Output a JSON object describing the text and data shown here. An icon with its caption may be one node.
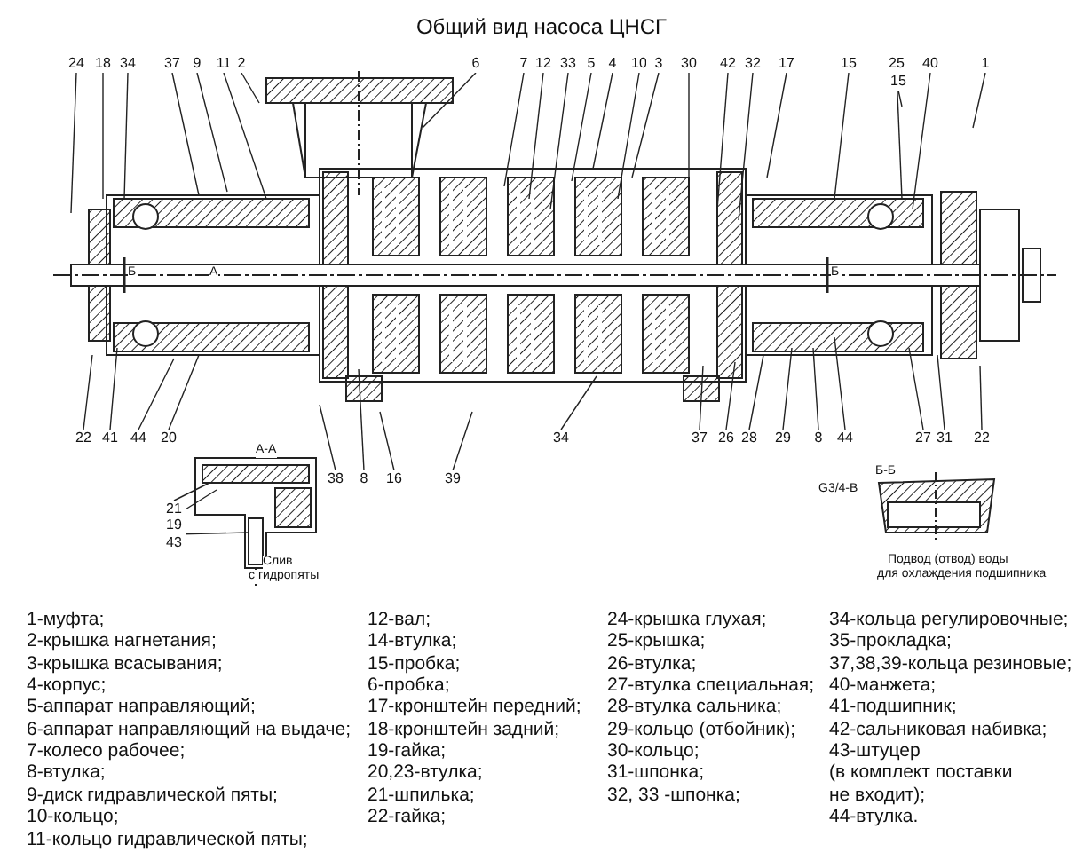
{
  "diagram": {
    "title": "Общий вид насоса ЦНСГ",
    "nodes": [
      {
        "text": [
          "24"
        ]
      },
      {
        "text": [
          "18"
        ]
      },
      {
        "text": [
          "34"
        ]
      },
      {
        "text": [
          "37"
        ]
      },
      {
        "text": [
          "9"
        ]
      },
      {
        "text": [
          "11"
        ]
      },
      {
        "text": [
          "2"
        ]
      },
      {
        "text": [
          "6"
        ]
      },
      {
        "text": [
          "7"
        ]
      },
      {
        "text": [
          "12"
        ]
      },
      {
        "text": [
          "33"
        ]
      },
      {
        "text": [
          "5"
        ]
      },
      {
        "text": [
          "4"
        ]
      },
      {
        "text": [
          "10"
        ]
      },
      {
        "text": [
          "3"
        ]
      },
      {
        "text": [
          "30"
        ]
      },
      {
        "text": [
          "42"
        ]
      },
      {
        "text": [
          "32"
        ]
      },
      {
        "text": [
          "17"
        ]
      },
      {
        "text": [
          "15"
        ]
      },
      {
        "text": [
          "25"
        ]
      },
      {
        "text": [
          "15"
        ]
      },
      {
        "text": [
          "40"
        ]
      },
      {
        "text": [
          "1"
        ]
      },
      {
        "text": [
          "22"
        ]
      },
      {
        "text": [
          "41"
        ]
      },
      {
        "text": [
          "44"
        ]
      },
      {
        "text": [
          "20"
        ]
      },
      {
        "text": [
          "34"
        ]
      },
      {
        "text": [
          "37"
        ]
      },
      {
        "text": [
          "26"
        ]
      },
      {
        "text": [
          "28"
        ]
      },
      {
        "text": [
          "29"
        ]
      },
      {
        "text": [
          "8"
        ]
      },
      {
        "text": [
          "44"
        ]
      },
      {
        "text": [
          "27"
        ]
      },
      {
        "text": [
          "31"
        ]
      },
      {
        "text": [
          "22"
        ]
      },
      {
        "text": [
          "38"
        ]
      },
      {
        "text": [
          "8"
        ]
      },
      {
        "text": [
          "16"
        ]
      },
      {
        "text": [
          "39"
        ]
      },
      {
        "text": [
          "21"
        ]
      },
      {
        "text": [
          "19"
        ]
      },
      {
        "text": [
          "43"
        ]
      }
    ],
    "edges": [
      {
        "from": 0,
        "to": null,
        "arrow": "none"
      },
      {
        "from": 1,
        "to": null,
        "arrow": "none"
      },
      {
        "from": 2,
        "to": null,
        "arrow": "none"
      },
      {
        "from": 3,
        "to": null,
        "arrow": "none"
      },
      {
        "from": 4,
        "to": null,
        "arrow": "none"
      },
      {
        "from": 5,
        "to": null,
        "arrow": "none"
      },
      {
        "from": 6,
        "to": null,
        "arrow": "none"
      },
      {
        "from": 7,
        "to": null,
        "arrow": "none"
      },
      {
        "from": 8,
        "to": null,
        "arrow": "none"
      },
      {
        "from": 9,
        "to": null,
        "arrow": "none"
      },
      {
        "from": 10,
        "to": null,
        "arrow": "none"
      },
      {
        "from": 11,
        "to": null,
        "arrow": "none"
      },
      {
        "from": 12,
        "to": null,
        "arrow": "none"
      },
      {
        "from": 13,
        "to": null,
        "arrow": "none"
      },
      {
        "from": 14,
        "to": null,
        "arrow": "none"
      },
      {
        "from": 15,
        "to": null,
        "arrow": "none"
      },
      {
        "from": 16,
        "to": null,
        "arrow": "none"
      },
      {
        "from": 17,
        "to": null,
        "arrow": "none"
      },
      {
        "from": 18,
        "to": null,
        "arrow": "none"
      },
      {
        "from": 19,
        "to": null,
        "arrow": "none"
      },
      {
        "from": 20,
        "to": null,
        "arrow": "none"
      },
      {
        "from": 21,
        "to": null,
        "arrow": "none"
      },
      {
        "from": 22,
        "to": null,
        "arrow": "none"
      },
      {
        "from": 23,
        "to": null,
        "arrow": "none"
      },
      {
        "from": 24,
        "to": null,
        "arrow": "none"
      },
      {
        "from": 25,
        "to": null,
        "arrow": "none"
      },
      {
        "from": 26,
        "to": null,
        "arrow": "none"
      },
      {
        "from": 27,
        "to": null,
        "arrow": "none"
      },
      {
        "from": 28,
        "to": null,
        "arrow": "none"
      },
      {
        "from": 29,
        "to": null,
        "arrow": "none"
      },
      {
        "from": 30,
        "to": null,
        "arrow": "none"
      },
      {
        "from": 31,
        "to": null,
        "arrow": "none"
      },
      {
        "from": 32,
        "to": null,
        "arrow": "none"
      },
      {
        "from": 33,
        "to": null,
        "arrow": "none"
      },
      {
        "from": 34,
        "to": null,
        "arrow": "none"
      },
      {
        "from": 35,
        "to": null,
        "arrow": "none"
      },
      {
        "from": 36,
        "to": null,
        "arrow": "none"
      },
      {
        "from": 37,
        "to": null,
        "arrow": "none"
      },
      {
        "from": 38,
        "to": null,
        "arrow": "none"
      },
      {
        "from": 39,
        "to": null,
        "arrow": "none"
      },
      {
        "from": 40,
        "to": null,
        "arrow": "none"
      },
      {
        "from": 41,
        "to": null,
        "arrow": "none"
      },
      {
        "from": 42,
        "to": null,
        "arrow": "none"
      },
      {
        "from": 43,
        "to": null,
        "arrow": "none"
      },
      {
        "from": 44,
        "to": null,
        "arrow": "none"
      }
    ],
    "labels": [
      "Б",
      "А",
      "Б",
      "А-А",
      "Б-Б",
      "G3/4-B",
      "Подвод (отвод) воды",
      "для охлаждения подшипника",
      "Слив",
      "с гидропяты",
      "1-муфта;",
      "2-крышка нагнетания;",
      "3-крышка всасывания;",
      "4-корпус;",
      "5-аппарат направляющий;",
      "6-аппарат направляющий на выдаче;",
      "7-колесо рабочее;",
      "8-втулка;",
      "9-диск гидравлической пяты;",
      "10-кольцо;",
      "11-кольцо гидравлической пяты;",
      "12-вал;",
      "14-втулка;",
      "15-пробка;",
      "6-пробка;",
      "17-кронштейн передний;",
      "18-кронштейн задний;",
      "19-гайка;",
      "20,23-втулка;",
      "21-шпилька;",
      "22-гайка;",
      "24-крышка глухая;",
      "25-крышка;",
      "26-втулка;",
      "27-втулка специальная;",
      "28-втулка сальника;",
      "29-кольцо (отбойник);",
      "30-кольцо;",
      "31-шпонка;",
      "32, 33 -шпонка;",
      "34-кольца регулировочные;",
      "35-прокладка;",
      "37,38,39-кольца резиновые;",
      "40-манжета;",
      "41-подшипник;",
      "42-сальниковая набивка;",
      "43-штуцер",
      "(в комплект поставки",
      "не входит);",
      "44-втулка."
    ]
  }
}
